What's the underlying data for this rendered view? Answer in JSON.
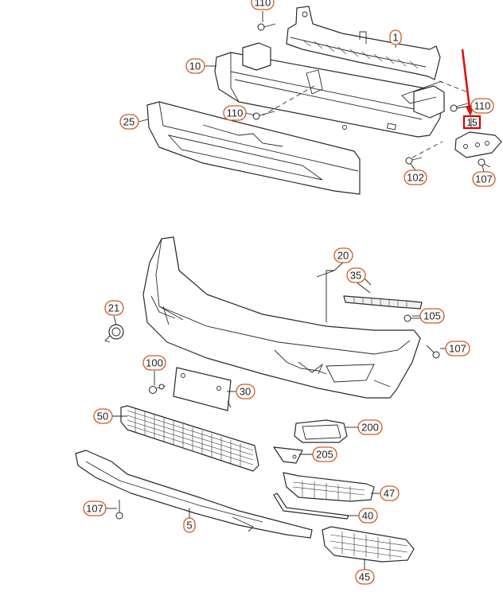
{
  "diagram": {
    "callouts": [
      {
        "id": "c110a",
        "label": "110"
      },
      {
        "id": "c1",
        "label": "1"
      },
      {
        "id": "c10",
        "label": "10"
      },
      {
        "id": "c110b",
        "label": "110"
      },
      {
        "id": "c110c",
        "label": "110"
      },
      {
        "id": "c25",
        "label": "25"
      },
      {
        "id": "c102",
        "label": "102"
      },
      {
        "id": "c107a",
        "label": "107"
      },
      {
        "id": "c20",
        "label": "20"
      },
      {
        "id": "c35",
        "label": "35"
      },
      {
        "id": "c21",
        "label": "21"
      },
      {
        "id": "c105",
        "label": "105"
      },
      {
        "id": "c107b",
        "label": "107"
      },
      {
        "id": "c100",
        "label": "100"
      },
      {
        "id": "c30",
        "label": "30"
      },
      {
        "id": "c50",
        "label": "50"
      },
      {
        "id": "c200",
        "label": "200"
      },
      {
        "id": "c205",
        "label": "205"
      },
      {
        "id": "c47",
        "label": "47"
      },
      {
        "id": "c107c",
        "label": "107"
      },
      {
        "id": "c40",
        "label": "40"
      },
      {
        "id": "c5",
        "label": "5"
      },
      {
        "id": "c45",
        "label": "45"
      }
    ],
    "highlight": {
      "label": "15",
      "box_color": "#e00000",
      "arrow_color": "#dd1111"
    },
    "colors": {
      "callout_ring": "#d35a1e",
      "line": "#2a2a2a"
    }
  }
}
